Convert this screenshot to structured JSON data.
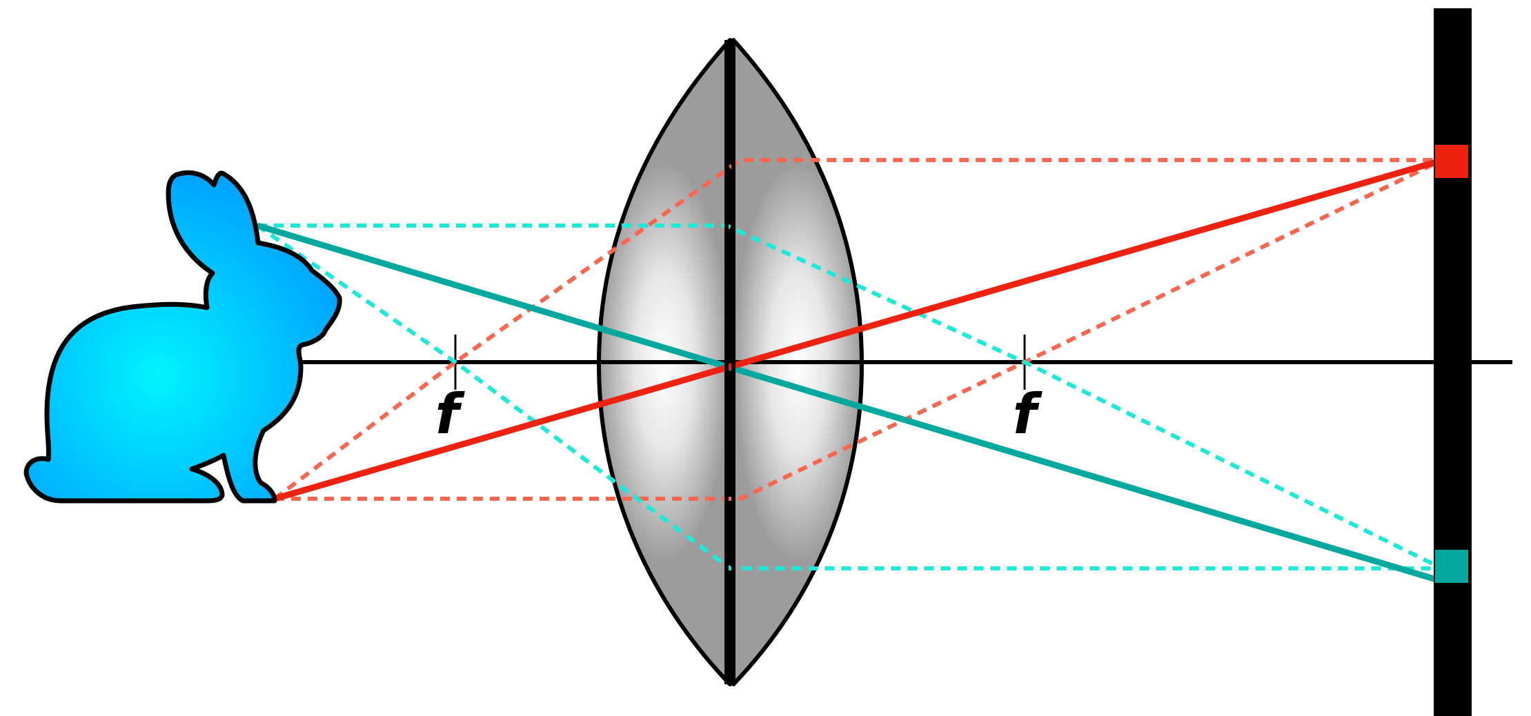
{
  "focal_labels": [
    "f",
    "f"
  ],
  "colors": {
    "background": "#ffffff",
    "outline": "#000000",
    "bunny_center": "#00f4ff",
    "bunny_edge": "#00a4ff",
    "lens_center": "#ffffff",
    "lens_edge": "#9c9c9c",
    "ray_red_solid": "#ee2211",
    "ray_red_dashed": "#fa6650",
    "ray_teal_solid": "#00a89e",
    "ray_teal_dashed": "#1ee8d8",
    "image_top_marker": "#ee2211",
    "image_bottom_marker": "#00a89e",
    "sensor": "#000000"
  },
  "icons": {
    "object": "rabbit-silhouette",
    "lens": "biconvex-lens",
    "screen": "sensor-screen"
  }
}
